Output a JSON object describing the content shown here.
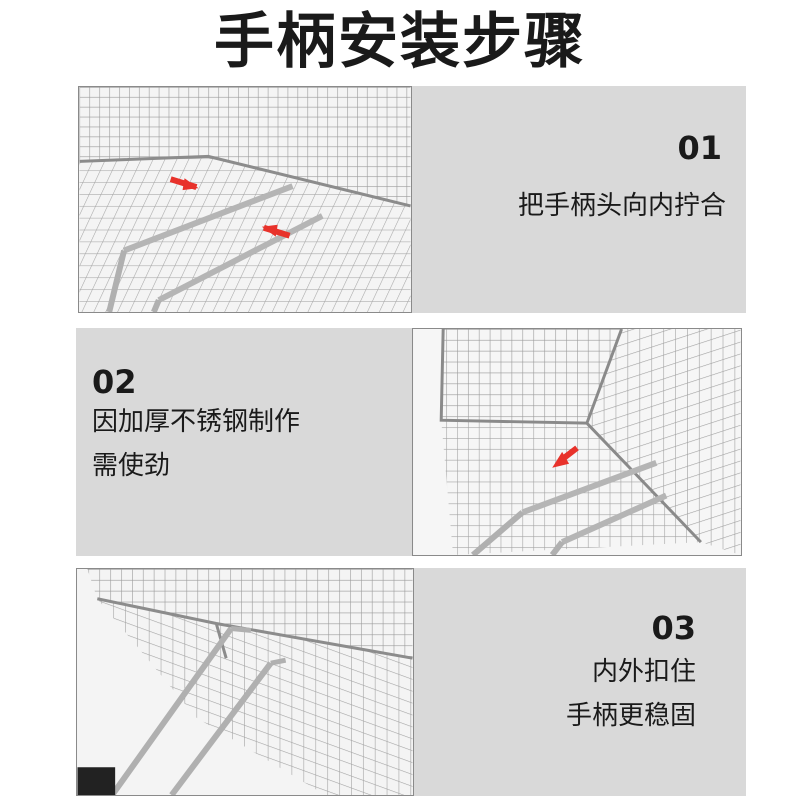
{
  "title": "手柄安装步骤",
  "steps": [
    {
      "number": "01",
      "lines": [
        "把手柄头向内拧合"
      ]
    },
    {
      "number": "02",
      "lines": [
        "因加厚不锈钢制作",
        "需使劲"
      ]
    },
    {
      "number": "03",
      "lines": [
        "内外扣住",
        "手柄更稳固"
      ]
    }
  ],
  "colors": {
    "panel": "#d9d9d9",
    "arrow": "#e8322b",
    "wire": "#9a9a9a"
  }
}
